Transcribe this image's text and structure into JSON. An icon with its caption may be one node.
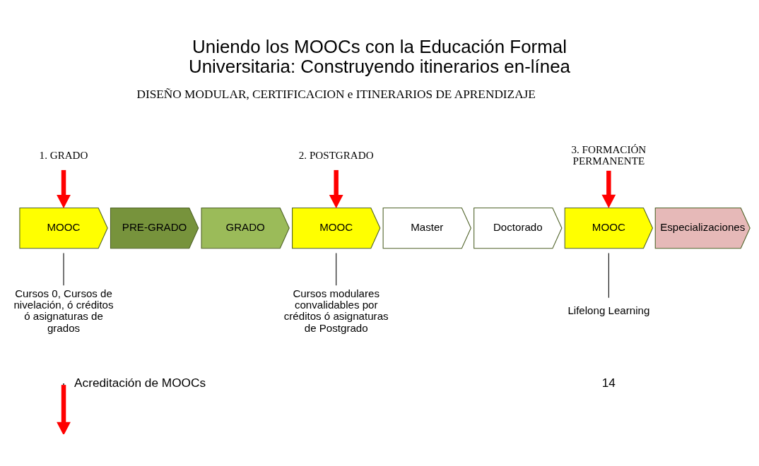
{
  "diagram": {
    "title": "Uniendo los MOOCs con la Educación Formal Universitaria: Construyendo itinerarios en-línea",
    "nodes": [
      {
        "text": [
          "MOOC"
        ]
      },
      {
        "text": [
          "PRE-GRADO"
        ]
      },
      {
        "text": [
          "GRADO"
        ]
      },
      {
        "text": [
          "MOOC"
        ]
      },
      {
        "text": [
          "Master"
        ]
      },
      {
        "text": [
          "Doctorado"
        ]
      },
      {
        "text": [
          "MOOC"
        ]
      },
      {
        "text": [
          "Especializaciones"
        ]
      },
      {
        "text": [
          "1. GRADO"
        ]
      },
      {
        "text": [
          "2. POSTGRADO"
        ]
      },
      {
        "text": [
          "3. FORMACIÓN PERMANENTE"
        ]
      },
      {
        "text": [
          "Cursos 0, Cursos de nivelación, ó créditos ó asignaturas de grados"
        ]
      },
      {
        "text": [
          "Cursos modulares convalidables por créditos ó asignaturas de Postgrado"
        ]
      },
      {
        "text": [
          "Lifelong Learning"
        ]
      }
    ],
    "edges": [
      {
        "from": 8,
        "to": 0,
        "arrow": "to",
        "style": "thick",
        "color": "#ff0000"
      },
      {
        "from": 9,
        "to": 3,
        "arrow": "to",
        "style": "thick",
        "color": "#ff0000"
      },
      {
        "from": 10,
        "to": 6,
        "arrow": "to",
        "style": "thick",
        "color": "#ff0000"
      },
      {
        "from": 11,
        "to": 0,
        "arrow": "none",
        "color": "#000000"
      },
      {
        "from": 12,
        "to": 3,
        "arrow": "none",
        "color": "#000000"
      },
      {
        "from": 13,
        "to": 6,
        "arrow": "none",
        "color": "#000000"
      }
    ],
    "labels": [
      "DISEÑO MODULAR, CERTIFICACION e ITINERARIOS DE APRENDIZAJE",
      "14"
    ],
    "legend": [
      {
        "text": "Acreditación de MOOCs"
      }
    ]
  }
}
